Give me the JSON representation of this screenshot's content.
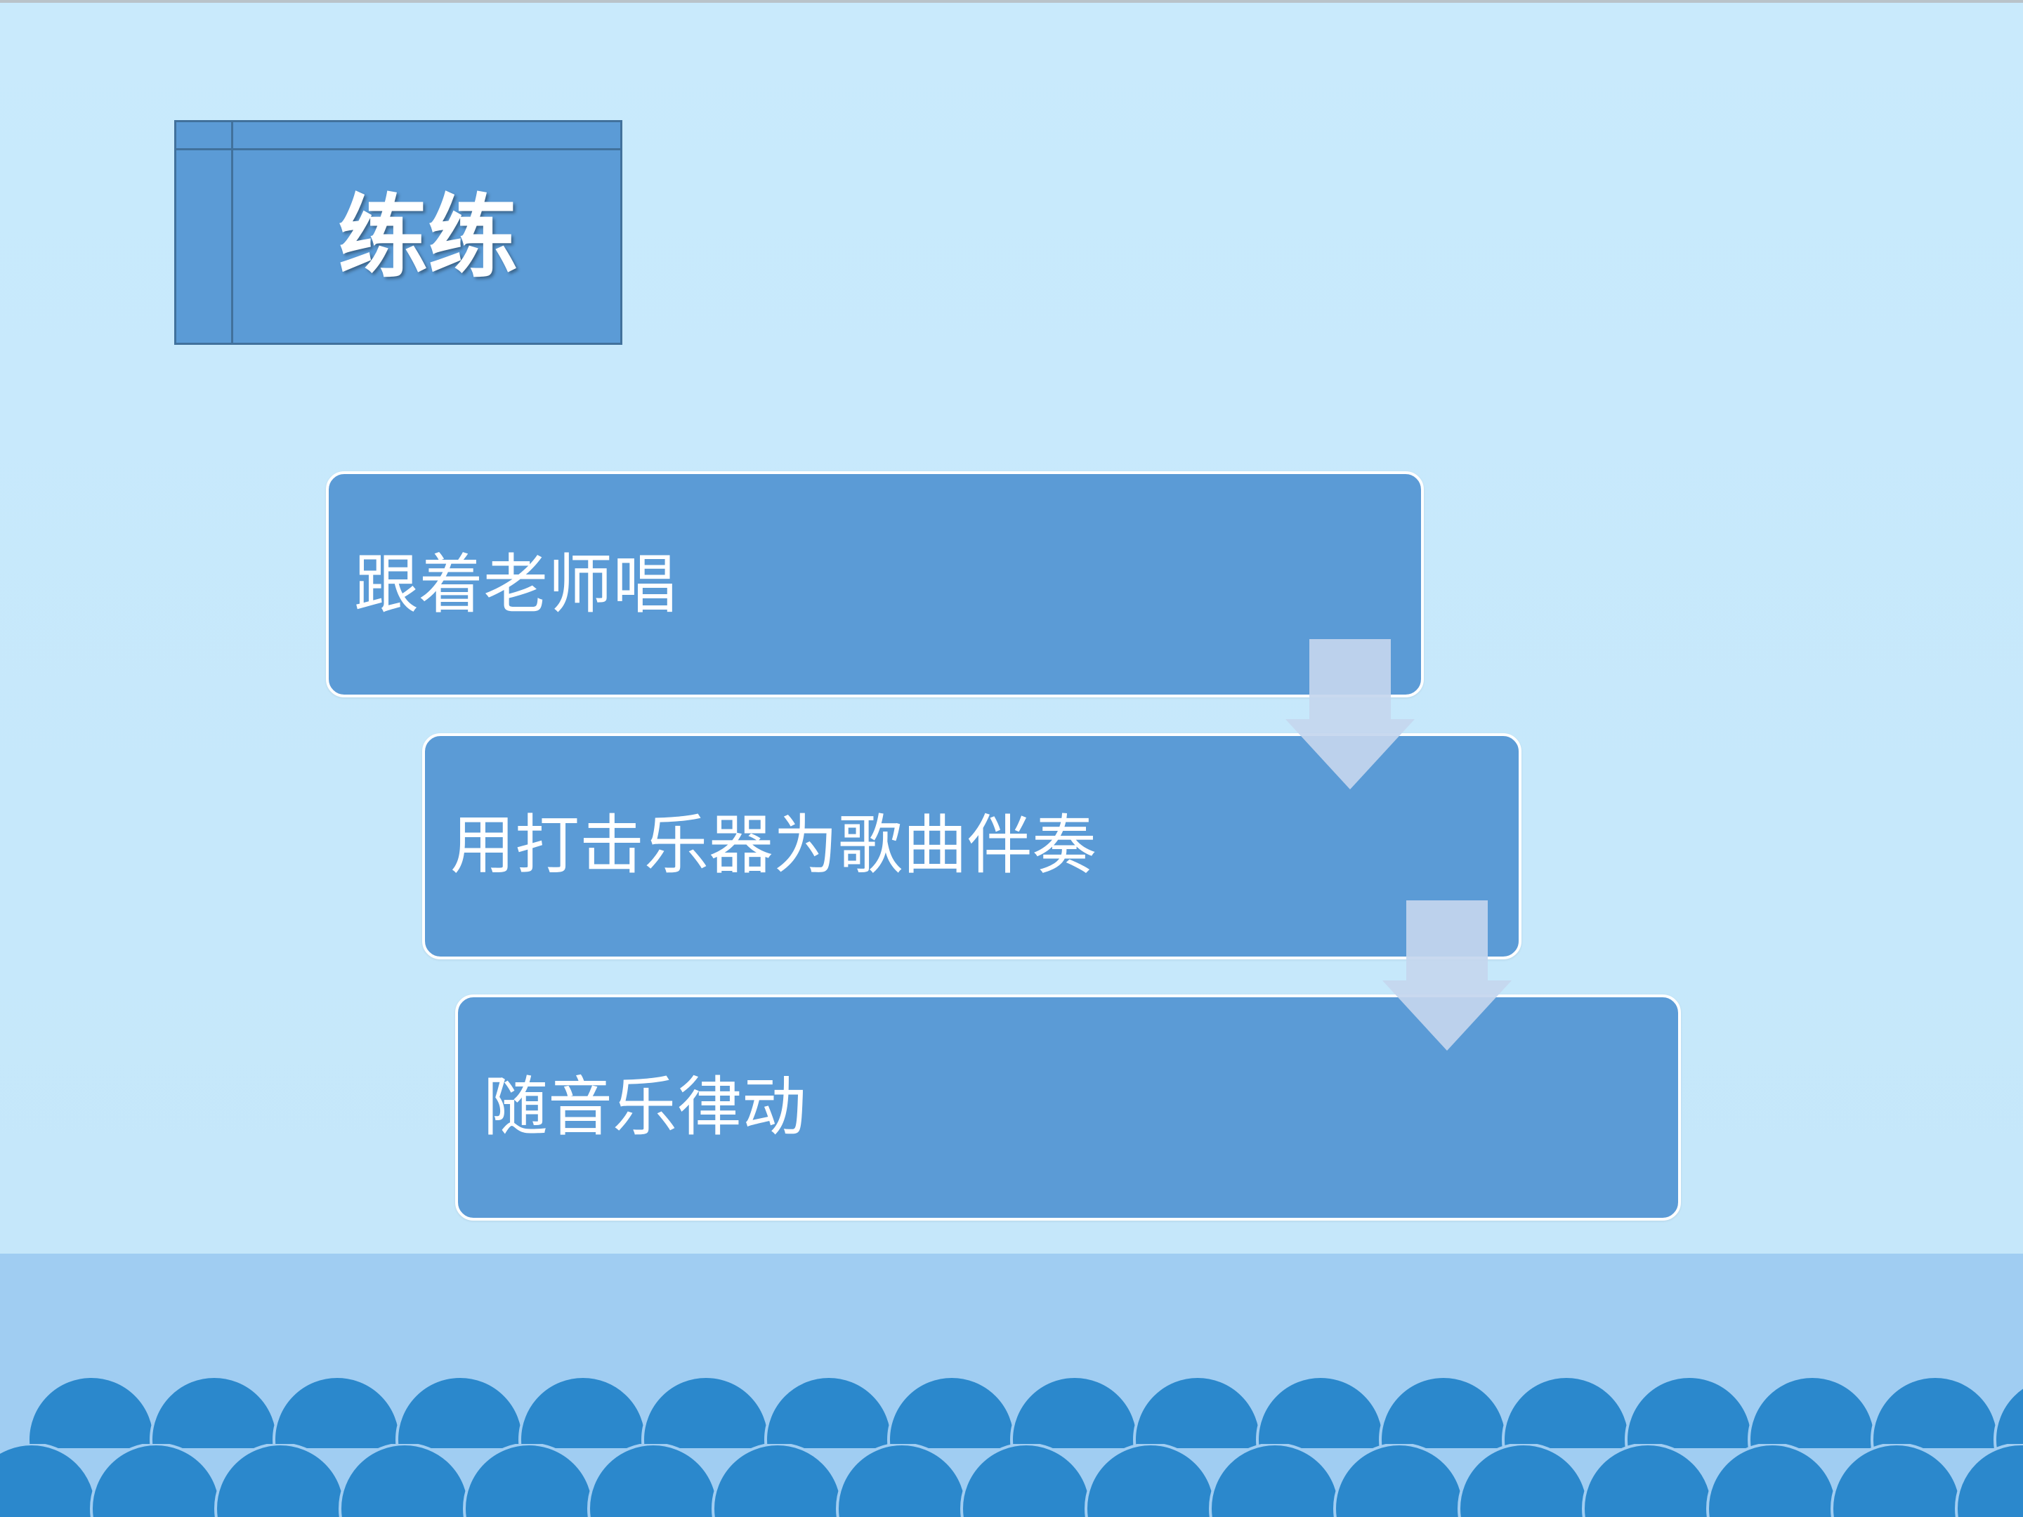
{
  "slide": {
    "title": "练练",
    "steps": [
      {
        "label": "跟着老师唱"
      },
      {
        "label": "用打击乐器为歌曲伴奏"
      },
      {
        "label": "随音乐律动"
      }
    ]
  },
  "icons": {
    "step_arrow": "down-arrow-icon",
    "decoration": "scallop-wave-decoration"
  },
  "colors": {
    "background": "#c8e9fb",
    "ground": "#a0cdf2",
    "wave": "#2b88cc",
    "box_fill": "#5b9bd6",
    "box_border": "#41719c",
    "arrow": "#c4d6ee",
    "text": "#ffffff"
  }
}
